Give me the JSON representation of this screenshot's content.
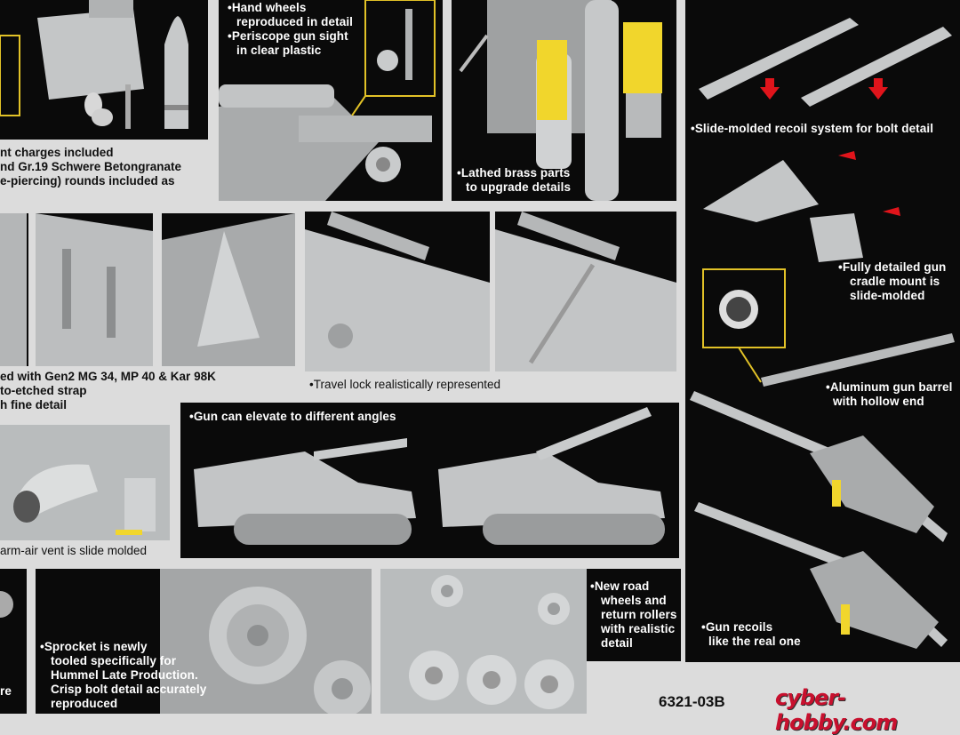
{
  "captions": {
    "hand_wheels": [
      "Hand wheels",
      "reproduced in detail"
    ],
    "periscope": [
      "Periscope gun sight",
      "in clear plastic"
    ],
    "charges": [
      "nt charges included",
      "nd Gr.19 Schwere Betongranate",
      "e-piercing) rounds included as"
    ],
    "brass": [
      "Lathed brass parts",
      "to upgrade details"
    ],
    "recoil_system": "Slide-molded recoil system for bolt detail",
    "cradle": [
      "Fully detailed gun",
      "cradle mount is",
      "slide-molded"
    ],
    "mg34": [
      "ed with Gen2 MG 34, MP 40 & Kar 98K",
      "to-etched strap",
      "h fine detail"
    ],
    "travel_lock": "Travel lock realistically represented",
    "elevate": "Gun can elevate to different angles",
    "barrel": [
      "Aluminum gun barrel",
      "with hollow end"
    ],
    "warm_air": "arm-air vent is slide molded",
    "road_wheels": [
      "New road",
      "wheels and",
      "return rollers",
      "with realistic",
      "detail"
    ],
    "recoils": [
      "Gun recoils",
      "like the real one"
    ],
    "sprocket": [
      "Sprocket is newly",
      "tooled specifically for",
      "Hummel Late Production.",
      "Crisp bolt detail accurately",
      "reproduced"
    ],
    "edge_re": "re"
  },
  "product_code": "6321-03B",
  "brand": "cyber-hobby.com",
  "colors": {
    "panel_black": "#0a0a0a",
    "model_grey": "#b9bcbd",
    "highlight_yellow": "#e2c227",
    "arrow_red": "#e0141b",
    "brand_red": "#c8102e"
  }
}
